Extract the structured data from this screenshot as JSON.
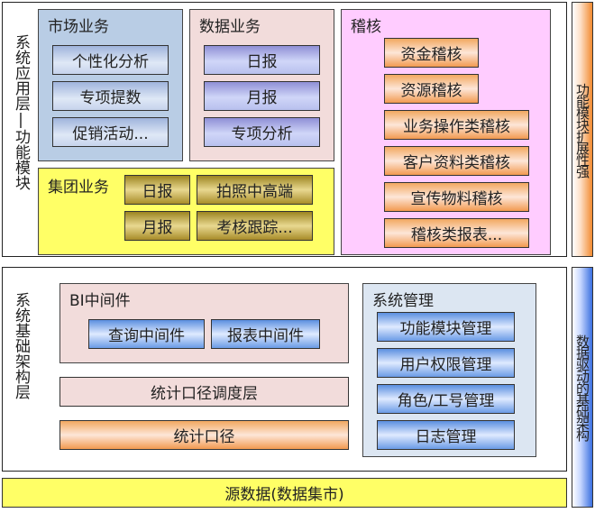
{
  "app_layer": {
    "label": "系统应用层|功能模块",
    "market": {
      "title": "市场业务",
      "items": [
        "个性化分析",
        "专项提数",
        "促销活动..."
      ]
    },
    "data": {
      "title": "数据业务",
      "items": [
        "日报",
        "月报",
        "专项分析"
      ]
    },
    "group": {
      "title": "集团业务",
      "items": [
        "日报",
        "拍照中高端",
        "月报",
        "考核跟踪..."
      ]
    },
    "audit": {
      "title": "稽核",
      "items": [
        "资金稽核",
        "资源稽核",
        "业务操作类稽核",
        "客户资料类稽核",
        "宣传物料稽核",
        "稽核类报表..."
      ]
    }
  },
  "base_layer": {
    "label": "系统基础架构层",
    "bi": {
      "title": "BI中间件",
      "items": [
        "查询中间件",
        "报表中间件"
      ]
    },
    "schedule": "统计口径调度层",
    "caliber": "统计口径",
    "sysmgmt": {
      "title": "系统管理",
      "items": [
        "功能模块管理",
        "用户权限管理",
        "角色/工号管理",
        "日志管理"
      ]
    }
  },
  "source": "源数据(数据集市)",
  "side": {
    "extensible": "功能模块扩展性强",
    "data_driven": "数据驱动的基础架构"
  }
}
